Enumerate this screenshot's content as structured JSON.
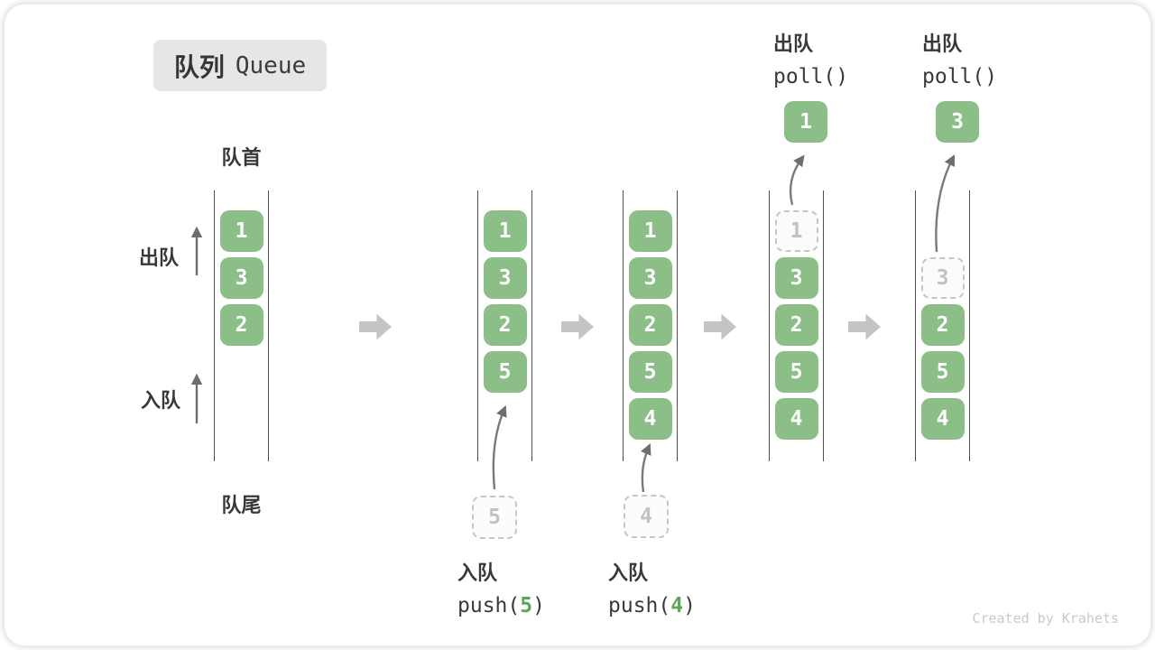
{
  "title": {
    "zh": "队列",
    "en": "Queue"
  },
  "labels": {
    "front": "队首",
    "rear": "队尾",
    "dequeue_side": "出队",
    "enqueue_side": "入队"
  },
  "operations": {
    "poll": [
      {
        "label_zh": "出队",
        "code": "poll()"
      },
      {
        "label_zh": "出队",
        "code": "poll()"
      }
    ],
    "push": [
      {
        "label_zh": "入队",
        "code_prefix": "push(",
        "code_arg": "5",
        "code_suffix": ")"
      },
      {
        "label_zh": "入队",
        "code_prefix": "push(",
        "code_arg": "4",
        "code_suffix": ")"
      }
    ]
  },
  "stages": [
    {
      "name": "initial",
      "cells": [
        {
          "row": 0,
          "value": "1",
          "style": "solid"
        },
        {
          "row": 1,
          "value": "3",
          "style": "solid"
        },
        {
          "row": 2,
          "value": "2",
          "style": "solid"
        }
      ]
    },
    {
      "name": "after-push-5",
      "cells": [
        {
          "row": 0,
          "value": "1",
          "style": "solid"
        },
        {
          "row": 1,
          "value": "3",
          "style": "solid"
        },
        {
          "row": 2,
          "value": "2",
          "style": "solid"
        },
        {
          "row": 3,
          "value": "5",
          "style": "solid"
        }
      ],
      "below": {
        "value": "5"
      }
    },
    {
      "name": "after-push-4",
      "cells": [
        {
          "row": 0,
          "value": "1",
          "style": "solid"
        },
        {
          "row": 1,
          "value": "3",
          "style": "solid"
        },
        {
          "row": 2,
          "value": "2",
          "style": "solid"
        },
        {
          "row": 3,
          "value": "5",
          "style": "solid"
        },
        {
          "row": 4,
          "value": "4",
          "style": "solid"
        }
      ],
      "below": {
        "value": "4"
      }
    },
    {
      "name": "after-poll-1",
      "cells": [
        {
          "row": 0,
          "value": "1",
          "style": "dashed"
        },
        {
          "row": 1,
          "value": "3",
          "style": "solid"
        },
        {
          "row": 2,
          "value": "2",
          "style": "solid"
        },
        {
          "row": 3,
          "value": "5",
          "style": "solid"
        },
        {
          "row": 4,
          "value": "4",
          "style": "solid"
        }
      ],
      "float": {
        "value": "1"
      }
    },
    {
      "name": "after-poll-3",
      "cells": [
        {
          "row": 1,
          "value": "3",
          "style": "dashed"
        },
        {
          "row": 2,
          "value": "2",
          "style": "solid"
        },
        {
          "row": 3,
          "value": "5",
          "style": "solid"
        },
        {
          "row": 4,
          "value": "4",
          "style": "solid"
        }
      ],
      "float": {
        "value": "3"
      }
    }
  ],
  "watermark": "Created by Krahets",
  "colors": {
    "element_green": "#8CBE88",
    "dashed_gray": "#C6C6C6",
    "block_arrow_gray": "#C4C4C4",
    "text_dark": "#3A3A3A",
    "faded_text": "#C2C2C2"
  }
}
